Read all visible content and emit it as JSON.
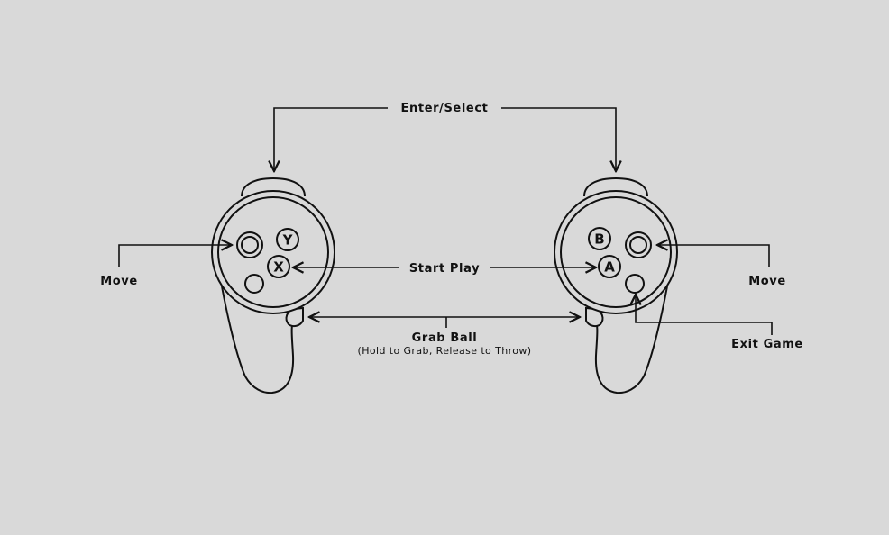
{
  "labels": {
    "enter_select": "Enter/Select",
    "move_left": "Move",
    "move_right": "Move",
    "start_play": "Start Play",
    "grab_ball": "Grab Ball",
    "grab_ball_sub": "(Hold to Grab, Release to Throw)",
    "exit_game": "Exit Game"
  },
  "buttons": {
    "left": {
      "top": "Y",
      "bottom": "X"
    },
    "right": {
      "top": "B",
      "bottom": "A"
    }
  },
  "colors": {
    "background": "#d9d9d9",
    "line": "#111111"
  }
}
